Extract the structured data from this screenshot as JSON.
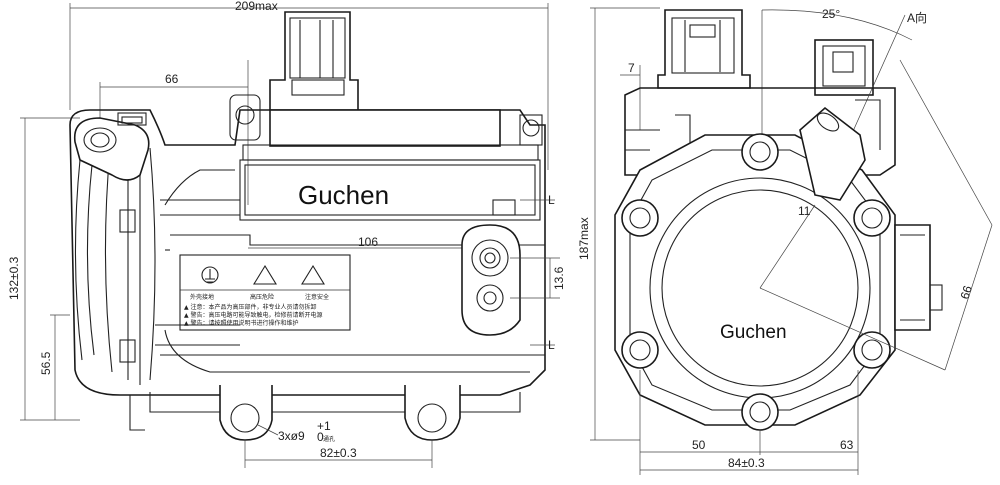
{
  "left_view": {
    "brand_label": "Guchen",
    "dims": {
      "overall_width": "209max",
      "top_width": "66",
      "height_132": "132±0.3",
      "height_56": "56.5",
      "width_106": "106",
      "height_13_6": "13.6",
      "width_82": "82±0.3",
      "label_L_top": "L",
      "label_L_bottom": "L"
    },
    "hole_note": {
      "prefix": "3xø9",
      "tolerance_upper": "+1",
      "tolerance_lower": "0",
      "suffix": "通孔"
    },
    "warning_label": {
      "headings": [
        "外壳接地",
        "高压危险",
        "注意安全"
      ],
      "lines": [
        "▲ 注意：本产品为高压部件，非专业人员请勿拆卸",
        "▲ 警告：高压电路可能导致触电，检修前请断开电源",
        "▲ 警告：请按照使用说明书进行操作和维护"
      ]
    }
  },
  "right_view": {
    "brand_label": "Guchen",
    "dims": {
      "height_187": "187max",
      "top_7": "7",
      "angle_25": "25°",
      "view_A": "A向",
      "radius_11": "11",
      "diag_66": "66",
      "bottom_50": "50",
      "bottom_63": "63",
      "bottom_84": "84±0.3"
    }
  }
}
